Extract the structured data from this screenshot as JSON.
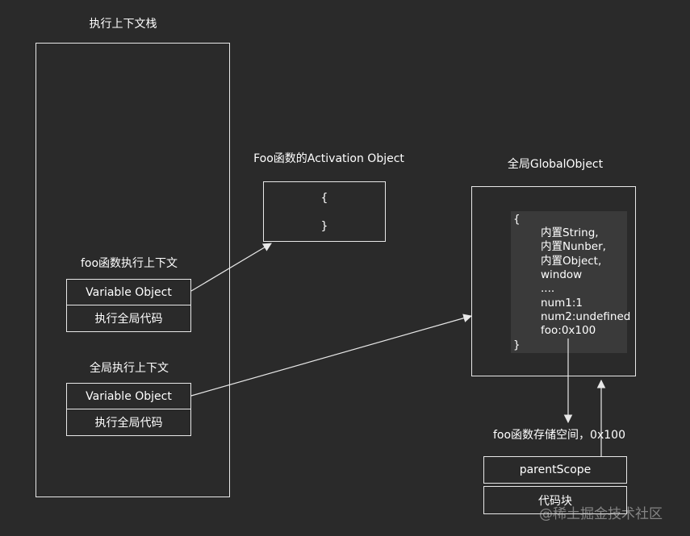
{
  "stack": {
    "title": "执行上下文栈",
    "foo_context": {
      "title": "foo函数执行上下文",
      "variable_object": "Variable Object",
      "code": "执行全局代码"
    },
    "global_context": {
      "title": "全局执行上下文",
      "variable_object": "Variable Object",
      "code": "执行全局代码"
    }
  },
  "activation_object": {
    "title": "Foo函数的Activation Object",
    "open_brace": "{",
    "close_brace": "}"
  },
  "global_object": {
    "title": "全局GlobalObject",
    "open_brace": "{",
    "lines": [
      "内置String,",
      "内置Nunber,",
      "内置Object,",
      "window",
      "....",
      "num1:1",
      "num2:undefined",
      "foo:0x100"
    ],
    "close_brace": "}"
  },
  "foo_storage": {
    "title": "foo函数存储空间，0x100",
    "parent_scope": "parentScope",
    "code_block": "代码块"
  },
  "watermark": "@稀土掘金技术社区",
  "colors": {
    "background": "#2a2a2a",
    "line": "#e8e8e8",
    "text": "#ffffff",
    "code_bg": "#3a3a3a"
  }
}
